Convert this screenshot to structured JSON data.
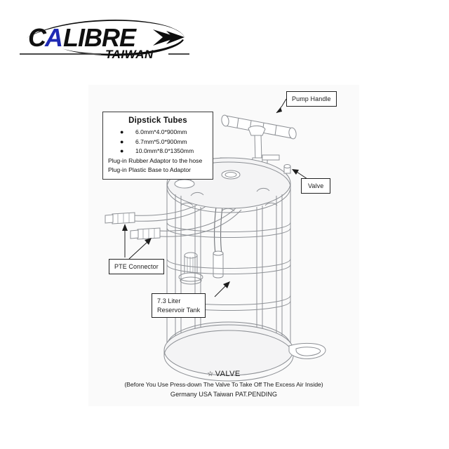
{
  "brand": {
    "name": "CALIBRE",
    "name_accent_letter": "A",
    "region": "TAIWAN",
    "accent_color": "#1f2ab4",
    "text_color": "#101010"
  },
  "diagram": {
    "background_color": "#fafafa",
    "line_color": "#6f7277",
    "product": "oil extractor vacuum pump",
    "parts": {
      "pump_handle": "pump-handle",
      "valve": "valve",
      "reservoir_tank": "reservoir-tank",
      "pte_connector": "pte-connector",
      "suction_hose": "suction-hose",
      "dipstick_tube": "dipstick-tube",
      "plastic_base_adaptor": "plastic-base-adaptor",
      "base_foot": "base-foot"
    }
  },
  "dipstick_box": {
    "title": "Dipstick Tubes",
    "bullet_glyph": "●",
    "items": [
      "6.0mm*4.0*900mm",
      "6.7mm*5.0*900mm",
      "10.0mm*8.0*1350mm"
    ],
    "notes": [
      "Plug-in Rubber Adaptor to the hose",
      "Plug-in Plastic Base to Adaptor"
    ]
  },
  "callouts": {
    "pump_handle": "Pump Handle",
    "valve": "Valve",
    "pte_connector": "PTE Connector",
    "reservoir_tank_line1": "7.3 Liter",
    "reservoir_tank_line2": "Reservoir Tank"
  },
  "footer": {
    "star_glyph": "☆",
    "valve_label": "VALVE",
    "instruction": "(Before You Use Press-down The Valve To Take Off The Excess Air Inside)",
    "patent": "Germany USA Taiwan PAT.PENDING"
  }
}
